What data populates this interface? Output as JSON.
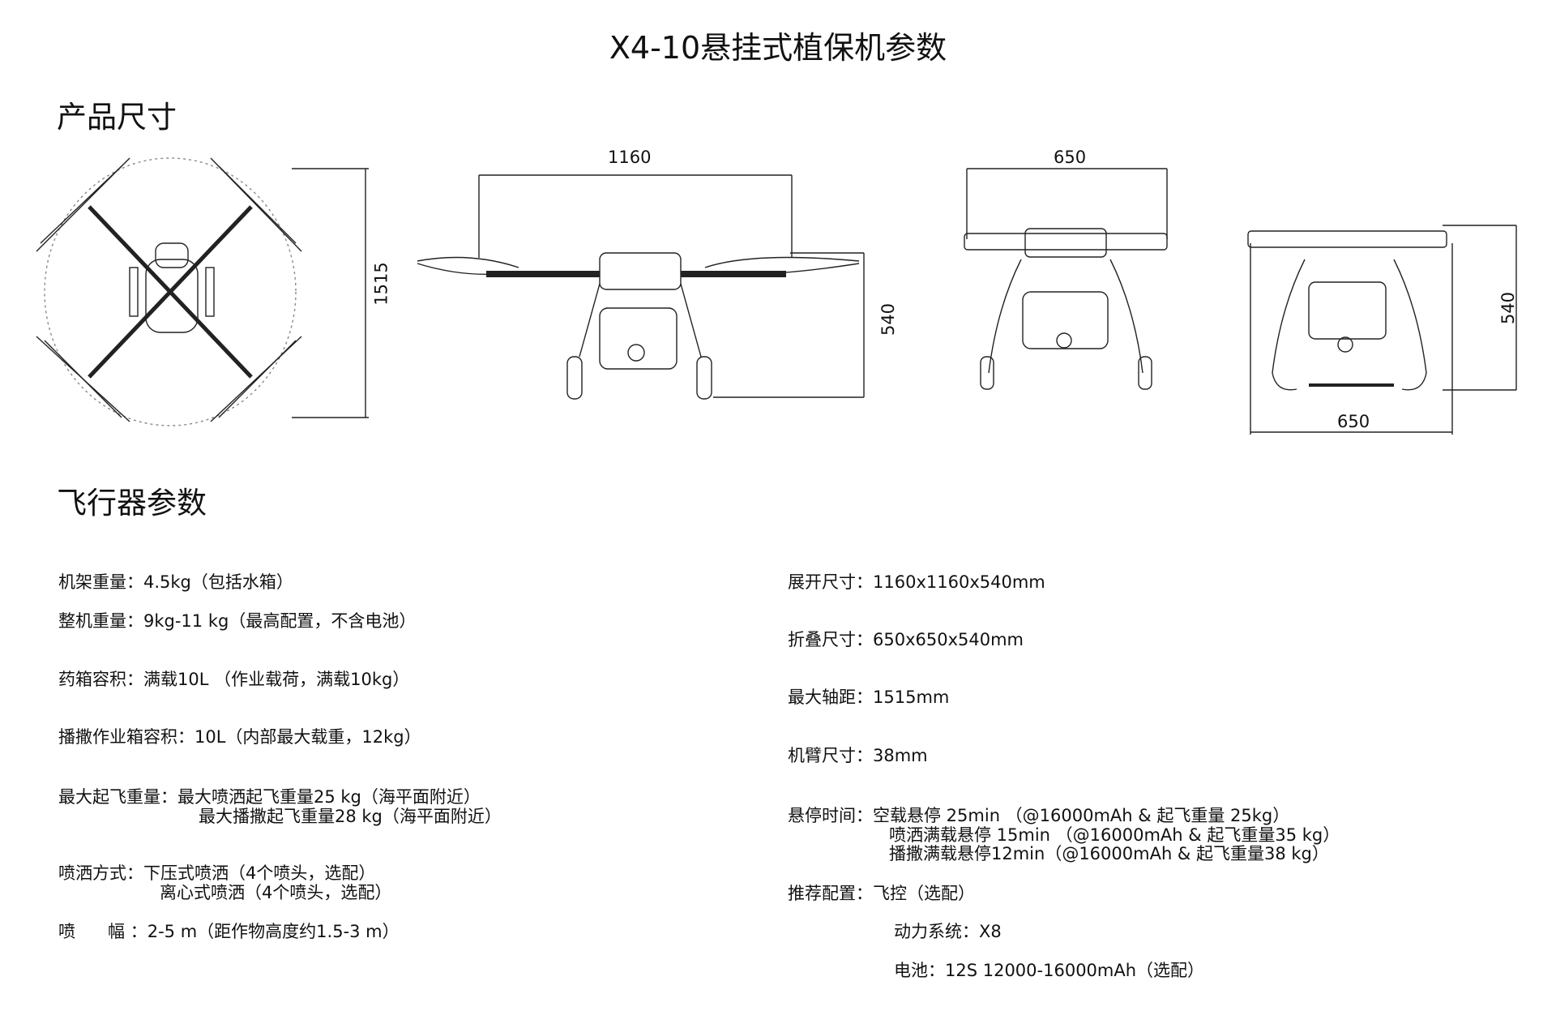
{
  "title": "X4-10悬挂式植保机参数",
  "sections": {
    "dimensions": "产品尺寸",
    "params": "飞行器参数"
  },
  "dimension_labels": {
    "top_wheelbase": "1515",
    "side_width": "1160",
    "side_height": "540",
    "front_width": "650",
    "folded_height": "540",
    "folded_width": "650"
  },
  "left_specs": [
    {
      "label": "机架重量：",
      "value": "4.5kg（包括水箱）"
    },
    {
      "label": "整机重量：",
      "value": "9kg-11 kg（最高配置，不含电池）"
    },
    {
      "label": "药箱容积：",
      "value": "满载10L （作业载荷，满载10kg）"
    },
    {
      "label": "播撒作业箱容积：",
      "value": "10L（内部最大载重，12kg）"
    },
    {
      "label": "最大起飞重量：",
      "value": "最大喷洒起飞重量25 kg（海平面附近）",
      "value2": "最大播撒起飞重量28 kg（海平面附近）"
    },
    {
      "label": "喷洒方式：",
      "value": "下压式喷洒（4个喷头，选配）",
      "value2": "离心式喷洒（4个喷头，选配）"
    },
    {
      "label": "喷      幅 ：",
      "value": "2-5 m（距作物高度约1.5-3 m）"
    }
  ],
  "right_specs": [
    {
      "label": "展开尺寸：",
      "value": "1160x1160x540mm"
    },
    {
      "label": "折叠尺寸：",
      "value": "650x650x540mm"
    },
    {
      "label": "最大轴距：",
      "value": "1515mm"
    },
    {
      "label": "机臂尺寸：",
      "value": "38mm"
    },
    {
      "label": "悬停时间：",
      "value": "空载悬停 25min （@16000mAh & 起飞重量 25kg）",
      "value2": "喷洒满载悬停 15min （@16000mAh & 起飞重量35 kg）",
      "value3": "播撒满载悬停12min（@16000mAh & 起飞重量38 kg）"
    },
    {
      "label": "推荐配置：",
      "value": "飞控（选配）"
    },
    {
      "label": "",
      "value": "动力系统：X8"
    },
    {
      "label": "",
      "value": "电池：12S 12000-16000mAh（选配）"
    }
  ]
}
